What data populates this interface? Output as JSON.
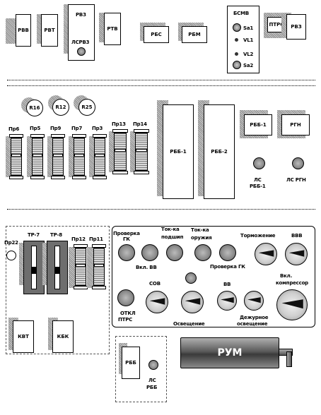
{
  "top": {
    "rb_left": "РВВ",
    "rvt": "РВТ",
    "rb3": "РВ3",
    "lsrb3": "ЛСРВ3",
    "rtb": "РТВ",
    "rbs": "РБС",
    "rbm": "РБМ",
    "bsmb": "БСМВ",
    "sa1": "Sa1",
    "vl1": "VL1",
    "vl2": "VL2",
    "sa2": "Sa2",
    "ptrs": "ПТРС",
    "rb_right": "РВЗ"
  },
  "middle": {
    "r16": "R16",
    "r12": "R12",
    "r25": "R25",
    "fuses": [
      "Пр6",
      "Пр5",
      "Пр9",
      "Пр7",
      "Пр3",
      "Пр13",
      "Пр14"
    ],
    "rbb1": "РББ-1",
    "rbb2": "РББ-2",
    "rbb1_small": "РББ-1",
    "rgn": "РГН",
    "ls_rbb1_l1": "ЛС",
    "ls_rbb1_l2": "РББ-1",
    "ls_rgn": "ЛС РГН"
  },
  "bottom": {
    "pr22": "Пр22",
    "tr7": "ТР-7",
    "tr8": "ТР-8",
    "pr12": "Пр12",
    "pr11": "Пр11",
    "kvt": "КВТ",
    "kbk": "КБК",
    "prov_gk_l1": "Проверка",
    "prov_gk_l2": "ГК",
    "tok_podsh_l1": "Ток-ка",
    "tok_podsh_l2": "подшип",
    "tok_oruzh_l1": "Ток-ка",
    "tok_oruzh_l2": "оружия",
    "vkl_bb": "Вкл. ВВ",
    "proverka_gk2": "Проверка ГК",
    "tormozhenie": "Торможение",
    "bbb": "ВВВ",
    "otkl_ptrs_l1": "ОТКЛ",
    "otkl_ptrs_l2": "ПТРС",
    "sob": "СОВ",
    "bv": "ВВ",
    "osveshenie": "Освещение",
    "dezh_l1": "Дежурное",
    "dezh_l2": "освещение",
    "vkl_komp_l1": "Вкл.",
    "vkl_komp_l2": "компрессор",
    "rbb": "РББ",
    "ls_rbb_l1": "ЛС",
    "ls_rbb_l2": "РББ",
    "rum": "РУМ"
  }
}
